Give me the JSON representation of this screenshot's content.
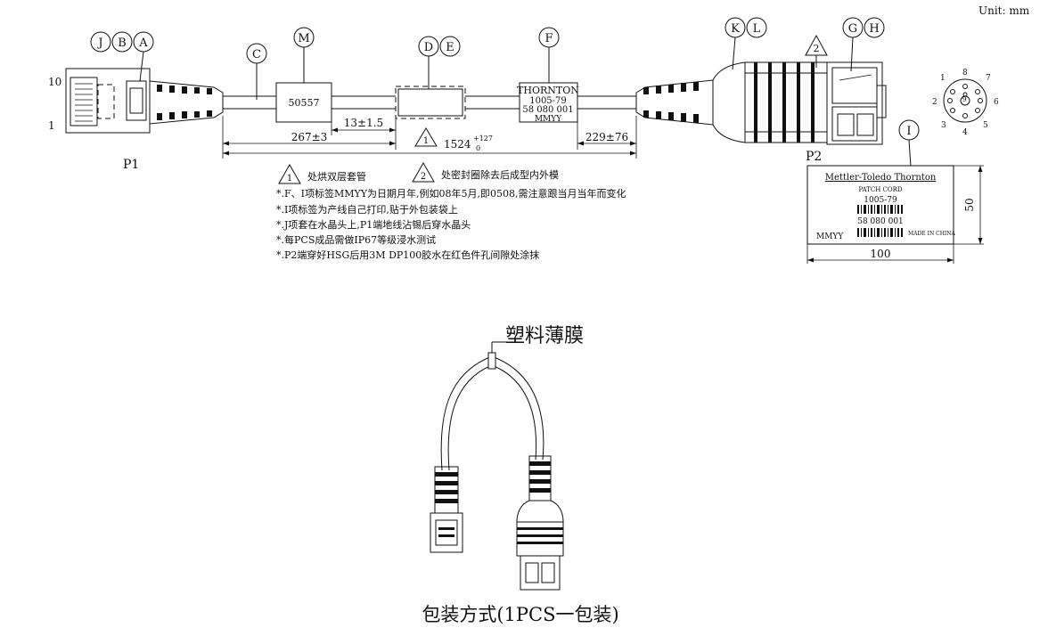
{
  "unit_label": "Unit: mm",
  "callouts": {
    "J": "J",
    "B": "B",
    "A": "A",
    "C": "C",
    "M": "M",
    "D": "D",
    "E": "E",
    "F": "F",
    "K": "K",
    "L": "L",
    "G": "G",
    "H": "H",
    "I": "I"
  },
  "triangle_marks": {
    "one": "1",
    "two": "2"
  },
  "pin_labels": {
    "p10": "10",
    "p1": "1"
  },
  "connectors": {
    "p1": "P1",
    "p2": "P2"
  },
  "label_m_text": "50557",
  "label_f": {
    "line1": "THORNTON",
    "line2": "1005-79",
    "line3": "58 080 001",
    "line4": "MMYY"
  },
  "dimensions": {
    "d13": "13±1.5",
    "d267": "267±3",
    "d1524": "1524",
    "d1524_tol_plus": "+127",
    "d1524_tol_minus": "0",
    "d229": "229±76"
  },
  "pinout": [
    "1",
    "8",
    "7",
    "2",
    "9",
    "6",
    "3",
    "4",
    "5"
  ],
  "notes": {
    "tri1": "处烘双层套管",
    "tri2": "处密封圈除去后成型内外模",
    "n1": "*.F、I项标签MMYY为日期月年,例如08年5月,即0508,需注意跟当月当年而变化",
    "n2": "*.I项标签为产线自己打印,贴于外包装袋上",
    "n3": "*.J项套在水晶头上,P1端地线沾锡后穿水晶头",
    "n4": "*.每PCS成品需做IP67等级浸水测试",
    "n5": "*.P2端穿好HSG后用3M DP100胶水在红色件孔间隙处涂抹"
  },
  "label_i": {
    "title": "Mettler-Toledo Thornton",
    "subtitle": "PATCH CORD",
    "part": "1005-79",
    "number": "58 080 001",
    "date": "MMYY",
    "origin": "MADE IN CHINA",
    "width": "100",
    "height": "50"
  },
  "packaging": {
    "film_label": "塑料薄膜",
    "caption": "包装方式(1PCS一包装)"
  }
}
